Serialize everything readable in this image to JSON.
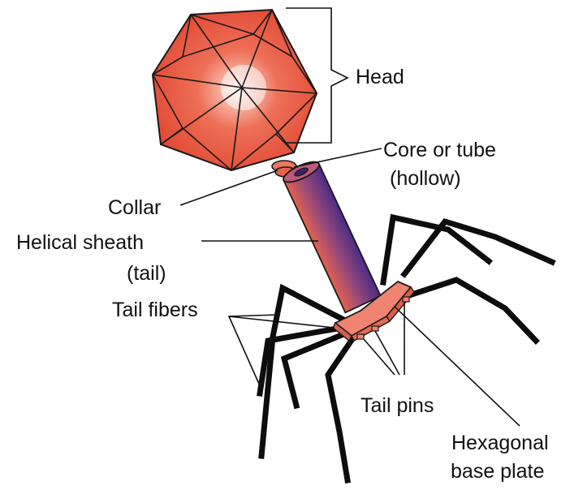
{
  "labels": {
    "head": "Head",
    "core_line1": "Core or tube",
    "core_line2": "(hollow)",
    "collar": "Collar",
    "sheath_line1": "Helical sheath",
    "sheath_line2": "(tail)",
    "tail_fibers": "Tail fibers",
    "tail_pins": "Tail pins",
    "base_line1": "Hexagonal",
    "base_line2": "base plate"
  },
  "colors": {
    "head_fill": "#e8503a",
    "head_highlight": "#fbe3dc",
    "sheath_dark": "#4a2c86",
    "sheath_light": "#ec6a55",
    "base_plate": "#f08470",
    "fibers": "#0d0d0d"
  }
}
